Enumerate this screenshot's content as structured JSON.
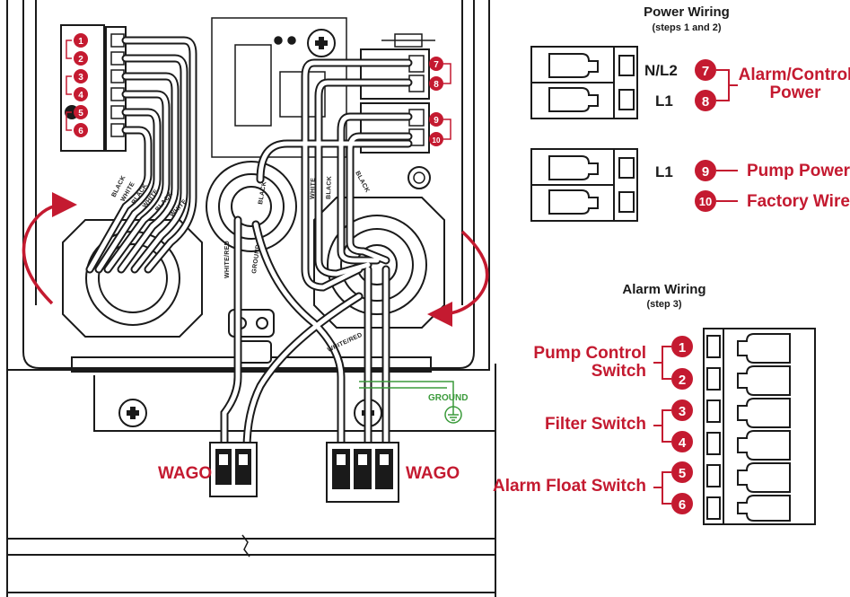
{
  "colors": {
    "accent_red": "#c41a30",
    "ground_green": "#3a9a3a",
    "line": "#1a1a1a"
  },
  "power_wiring": {
    "title": "Power Wiring",
    "subtitle": "(steps 1 and 2)",
    "terminal_labels": [
      "N/L2",
      "L1",
      "L1"
    ],
    "alarm_control_power": [
      "Alarm/Control",
      "Power"
    ],
    "pump_power": "Pump Power",
    "factory_wired": "Factory Wired"
  },
  "alarm_wiring": {
    "title": "Alarm Wiring",
    "subtitle": "(step 3)",
    "pump_control_switch": [
      "Pump Control",
      "Switch"
    ],
    "filter_switch": "Filter Switch",
    "alarm_float_switch": "Alarm Float Switch"
  },
  "badges": [
    "1",
    "2",
    "3",
    "4",
    "5",
    "6",
    "7",
    "8",
    "9",
    "10"
  ],
  "wire_labels": {
    "black": "BLACK",
    "white": "WHITE",
    "white_red": "WHITE/RED",
    "ground": "GROUND"
  },
  "ground_label": "GROUND",
  "wago_label": "WAGO",
  "icons": [
    "rotate-arrow-icon",
    "ground-symbol-icon",
    "screw-icon"
  ]
}
